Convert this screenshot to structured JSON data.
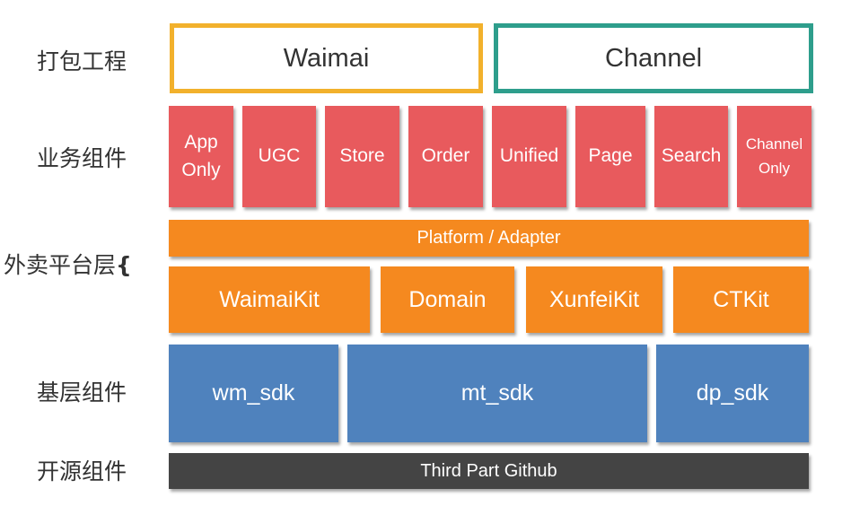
{
  "rows": {
    "packaging": "打包工程",
    "business": "业务组件",
    "platform": "外卖平台层",
    "platform_brace": "{",
    "base": "基层组件",
    "opensource": "开源组件"
  },
  "packaging_boxes": [
    {
      "label": "Waimai",
      "border_color": "#f2b12c"
    },
    {
      "label": "Channel",
      "border_color": "#2e9e8c"
    }
  ],
  "business_components": [
    "App\nOnly",
    "UGC",
    "Store",
    "Order",
    "Unified",
    "Page",
    "Search",
    "Channel\nOnly"
  ],
  "platform_bar": "Platform / Adapter",
  "platform_kits": [
    "WaimaiKit",
    "Domain",
    "XunfeiKit",
    "CTKit"
  ],
  "base_components": [
    "wm_sdk",
    "mt_sdk",
    "dp_sdk"
  ],
  "opensource_bar": "Third Part Github",
  "colors": {
    "business": "#e85a5d",
    "platform": "#f5891f",
    "base": "#4f82bd",
    "opensource": "#444444"
  }
}
